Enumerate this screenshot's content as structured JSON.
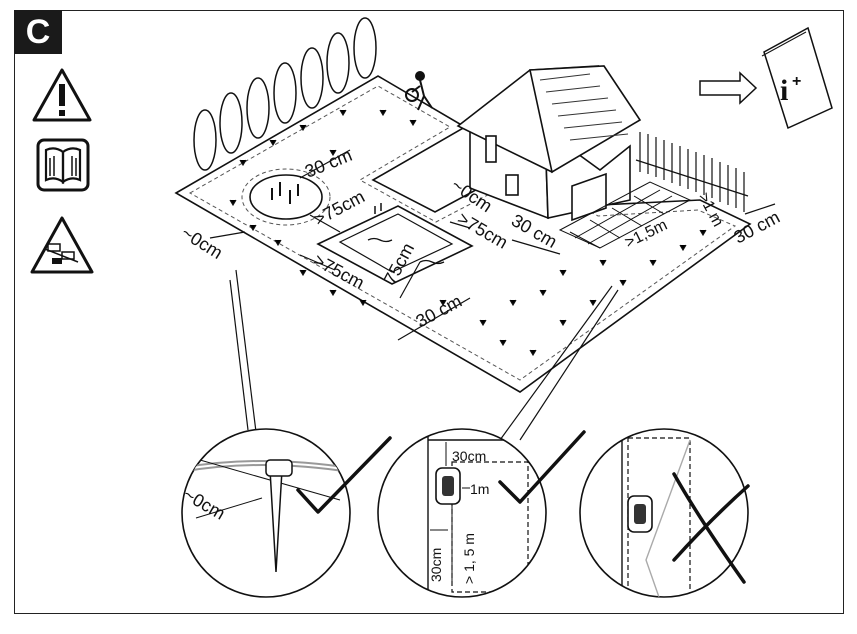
{
  "section_label": "C",
  "dimensions": {
    "d_30cm_top": "30 cm",
    "d_75cm_bed": ">75cm",
    "d_0cm_left": "~0cm",
    "d_0cm_house": "~0cm",
    "d_75cm_pool": ">75cm",
    "d_75cm_pool_inner": "75cm",
    "d_75cm_pool_right": ">75cm",
    "d_30cm_house": "30 cm",
    "d_30cm_bottom": "30 cm",
    "d_15m": ">1,5m",
    "d_1m": ">1 m",
    "d_30cm_right": "30 cm"
  },
  "details": {
    "wire_label": "~0cm",
    "station_top": "30cm",
    "station_1m": "1m",
    "station_left": "30cm",
    "station_15m": "> 1, 5 m"
  },
  "icons": [
    "warning-icon",
    "manual-icon",
    "remote-control-warning-icon",
    "arrow-right-icon",
    "info-plus-booklet-icon",
    "check-mark-icon",
    "cross-mark-icon"
  ]
}
